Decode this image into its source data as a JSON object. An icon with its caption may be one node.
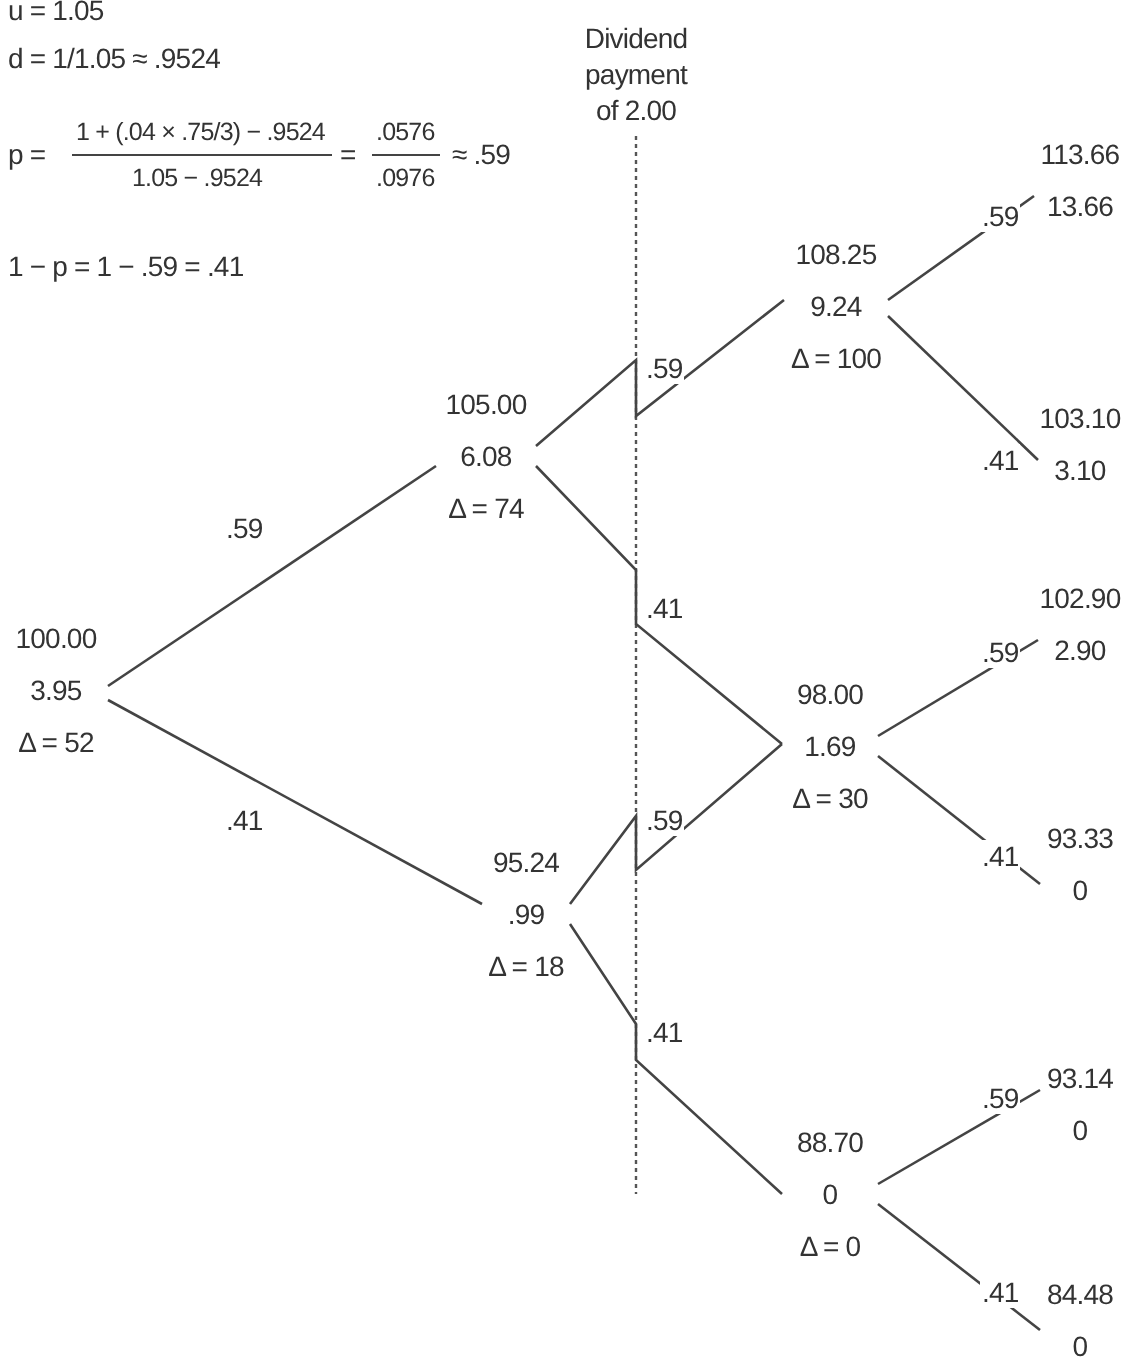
{
  "diagram": {
    "nodes": [
      {
        "text": [
          "100.00",
          "3.95",
          "Δ = 52"
        ]
      },
      {
        "text": [
          "105.00",
          "6.08",
          "Δ = 74"
        ]
      },
      {
        "text": [
          "95.24",
          ".99",
          "Δ = 18"
        ]
      },
      {
        "text": [
          "108.25",
          "9.24",
          "Δ = 100"
        ]
      },
      {
        "text": [
          "98.00",
          "1.69",
          "Δ = 30"
        ]
      },
      {
        "text": [
          "88.70",
          "0",
          "Δ = 0"
        ]
      },
      {
        "text": [
          "113.66",
          "13.66"
        ]
      },
      {
        "text": [
          "103.10",
          "3.10"
        ]
      },
      {
        "text": [
          "102.90",
          "2.90"
        ]
      },
      {
        "text": [
          "93.33",
          "0"
        ]
      },
      {
        "text": [
          "93.14",
          "0"
        ]
      },
      {
        "text": [
          "84.48",
          "0"
        ]
      }
    ],
    "edges": [
      {
        "from": 0,
        "to": 1,
        "arrow": "none",
        "label": ".59"
      },
      {
        "from": 0,
        "to": 2,
        "arrow": "none",
        "label": ".41"
      },
      {
        "from": 1,
        "to": 3,
        "arrow": "none",
        "label": ".59"
      },
      {
        "from": 1,
        "to": 4,
        "arrow": "none",
        "label": ".41"
      },
      {
        "from": 2,
        "to": 4,
        "arrow": "none",
        "label": ".59"
      },
      {
        "from": 2,
        "to": 5,
        "arrow": "none",
        "label": ".41"
      },
      {
        "from": 3,
        "to": 6,
        "arrow": "none",
        "label": ".59"
      },
      {
        "from": 3,
        "to": 7,
        "arrow": "none",
        "label": ".41"
      },
      {
        "from": 4,
        "to": 8,
        "arrow": "none",
        "label": ".59"
      },
      {
        "from": 4,
        "to": 9,
        "arrow": "none",
        "label": ".41"
      },
      {
        "from": 5,
        "to": 10,
        "arrow": "none",
        "label": ".59"
      },
      {
        "from": 5,
        "to": 11,
        "arrow": "none",
        "label": ".41"
      }
    ],
    "labels": [
      "u = 1.05",
      "d = 1/1.05 ≈ .9524",
      "p =",
      "1 + (.04 × .75/3) − .9524",
      "1.05 − .9524",
      "=",
      ".0576",
      ".0976",
      "≈ .59",
      "1 − p = 1 − .59 = .41",
      "Dividend payment of 2.00"
    ]
  }
}
